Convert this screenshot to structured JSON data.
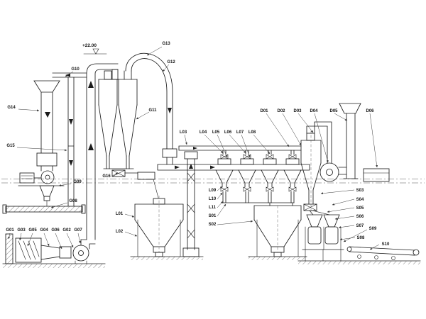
{
  "diagram": {
    "background": "#ffffff",
    "ink_color": "#1b1b1b",
    "leader_color": "#3a3a3a",
    "elevation_marker": "+22.00",
    "labels": {
      "g_upper": [
        "G13",
        "G12",
        "G10",
        "G11",
        "G14",
        "G15",
        "G16",
        "G09",
        "G08"
      ],
      "g_bottom": [
        "G01",
        "G03",
        "G05",
        "G04",
        "G06",
        "G02",
        "G07"
      ],
      "l_feed": [
        "L01",
        "L02"
      ],
      "l_top": [
        "L03",
        "L04",
        "L05",
        "L06",
        "L07",
        "L08"
      ],
      "l_stack": [
        "L09",
        "L10",
        "L11",
        "S01",
        "S02"
      ],
      "d_top": [
        "D01",
        "D02",
        "D03",
        "D04",
        "D05",
        "D06"
      ],
      "s_right": [
        "S03",
        "S04",
        "S05",
        "S06",
        "S07",
        "S09",
        "S08",
        "S10"
      ]
    }
  }
}
